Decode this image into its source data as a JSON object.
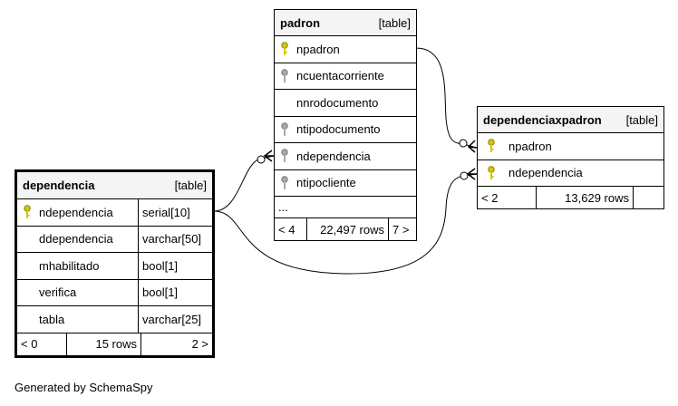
{
  "tables": {
    "dependencia": {
      "name": "dependencia",
      "kind": "[table]",
      "columns": [
        {
          "name": "ndependencia",
          "type": "serial[10]",
          "key": "primary"
        },
        {
          "name": "ddependencia",
          "type": "varchar[50]",
          "key": "none"
        },
        {
          "name": "mhabilitado",
          "type": "bool[1]",
          "key": "none"
        },
        {
          "name": "verifica",
          "type": "bool[1]",
          "key": "none"
        },
        {
          "name": "tabla",
          "type": "varchar[25]",
          "key": "none"
        }
      ],
      "footer": {
        "parents": "< 0",
        "rows": "15 rows",
        "children": "2 >"
      }
    },
    "padron": {
      "name": "padron",
      "kind": "[table]",
      "columns": [
        {
          "name": "npadron",
          "key": "primary"
        },
        {
          "name": "ncuentacorriente",
          "key": "foreign"
        },
        {
          "name": "nnrodocumento",
          "key": "none"
        },
        {
          "name": "ntipodocumento",
          "key": "foreign"
        },
        {
          "name": "ndependencia",
          "key": "foreign"
        },
        {
          "name": "ntipocliente",
          "key": "foreign"
        }
      ],
      "more": "...",
      "footer": {
        "parents": "< 4",
        "rows": "22,497 rows",
        "children": "7 >"
      }
    },
    "dependenciaxpadron": {
      "name": "dependenciaxpadron",
      "kind": "[table]",
      "columns": [
        {
          "name": "npadron",
          "key": "primary"
        },
        {
          "name": "ndependencia",
          "key": "primary"
        }
      ],
      "footer": {
        "parents": "< 2",
        "rows": "13,629 rows",
        "children": ""
      }
    }
  },
  "colors": {
    "primary_key": "#d6c800",
    "foreign_key": "#a9a9a9",
    "header_bg": "#f4f4f4"
  },
  "generated_by": "Generated by SchemaSpy"
}
